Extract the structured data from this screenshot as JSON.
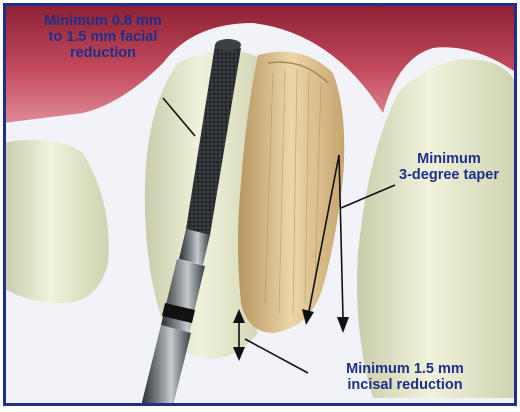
{
  "labels": {
    "facial_reduction": {
      "line1": "Minimum 0.8 mm",
      "line2": "to 1.5 mm facial",
      "line3": "reduction"
    },
    "taper": {
      "line1": "Minimum",
      "line2": "3-degree taper"
    },
    "incisal_reduction": {
      "line1": "Minimum 1.5 mm",
      "line2": "incisal reduction"
    }
  },
  "colors": {
    "label_text": "#1e2f8a",
    "frame_border": "#1e2f8a",
    "gum": "#b3394e",
    "tooth": "#e4e6c8",
    "prepared_tooth": "#d9bd8c",
    "bur": "#2a2d30"
  }
}
